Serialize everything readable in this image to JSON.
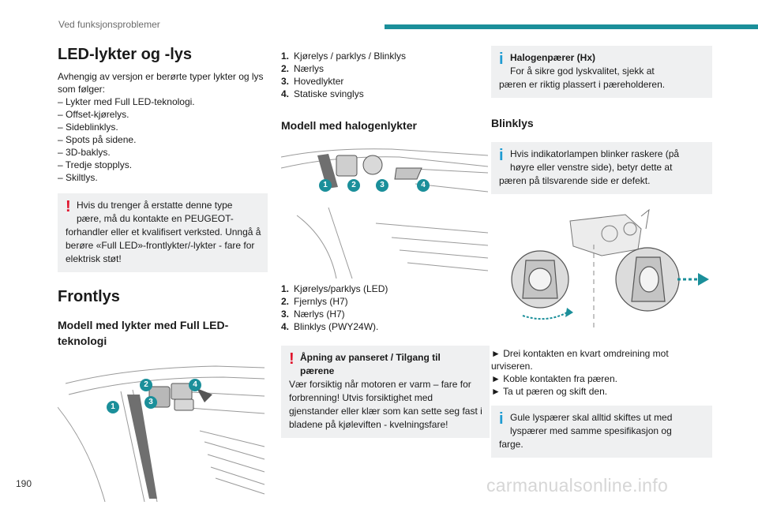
{
  "header": {
    "section_title": "Ved funksjonsproblemer",
    "accent_color": "#1b8f9a"
  },
  "page_number": "190",
  "watermark": "carmanualsonline.info",
  "col1": {
    "heading": "LED-lykter og -lys",
    "intro": "Avhengig av versjon er berørte typer lykter og lys som følger:",
    "types": [
      "Lykter med Full LED-teknologi.",
      "Offset-kjørelys.",
      "Sideblinklys.",
      "Spots på sidene.",
      "3D-baklys.",
      "Tredje stopplys.",
      "Skiltlys."
    ],
    "warning": {
      "line1": "Hvis du trenger å erstatte denne type",
      "line2": "pære, må du kontakte en PEUGEOT-",
      "rest": "forhandler eller et kvalifisert verksted. Unngå å berøre «Full LED»-frontlykter/-lykter - fare for elektrisk støt!"
    },
    "frontlys_heading": "Frontlys",
    "full_led_heading": "Modell med lykter med Full LED-teknologi",
    "figure_callouts": [
      "1",
      "2",
      "3",
      "4"
    ]
  },
  "col2": {
    "full_led_items": [
      {
        "n": "1.",
        "text": "Kjørelys / parklys / Blinklys"
      },
      {
        "n": "2.",
        "text": "Nærlys"
      },
      {
        "n": "3.",
        "text": "Hovedlykter"
      },
      {
        "n": "4.",
        "text": "Statiske svinglys"
      }
    ],
    "halogen_heading": "Modell med halogenlykter",
    "figure_callouts": [
      "1",
      "2",
      "3",
      "4"
    ],
    "halogen_items": [
      {
        "n": "1.",
        "text": "Kjørelys/parklys (LED)"
      },
      {
        "n": "2.",
        "text": "Fjernlys (H7)"
      },
      {
        "n": "3.",
        "text": "Nærlys (H7)"
      },
      {
        "n": "4.",
        "text": "Blinklys (PWY24W)."
      }
    ],
    "warning": {
      "title_line1": "Åpning av panseret / Tilgang til",
      "title_line2": "pærene",
      "body": "Vær forsiktig når motoren er varm – fare for forbrenning! Utvis forsiktighet med gjenstander eller klær som kan sette seg fast i bladene på kjøleviften - kvelningsfare!"
    }
  },
  "col3": {
    "info_halogen": {
      "title": "Halogenpærer (Hx)",
      "line1": "For å sikre god lyskvalitet, sjekk at",
      "rest": "pæren er riktig plassert i pæreholderen."
    },
    "blinklys_heading": "Blinklys",
    "info_blink": {
      "line1": "Hvis indikatorlampen blinker raskere (på",
      "line2": "høyre eller venstre side), betyr dette at",
      "rest": "pæren på tilsvarende side er defekt."
    },
    "steps": [
      "Drei kontakten en kvart omdreining mot urviseren.",
      "Koble kontakten fra pæren.",
      "Ta ut pæren og skift den."
    ],
    "info_yellow": {
      "line1": "Gule lyspærer skal alltid skiftes ut med",
      "line2": "lyspærer med samme spesifikasjon og",
      "rest": "farge."
    }
  }
}
